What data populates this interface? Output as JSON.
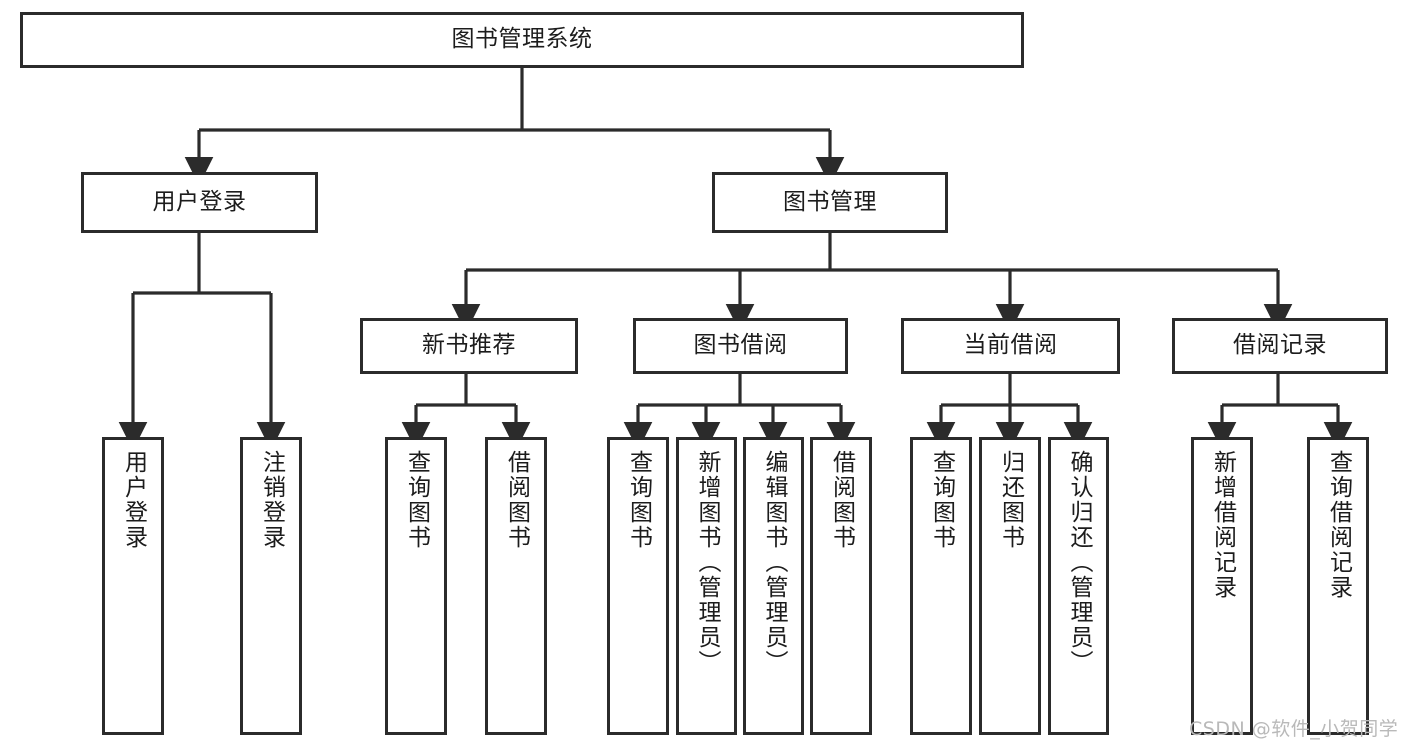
{
  "diagram": {
    "type": "tree",
    "orientation": "top-down",
    "root": {
      "id": "root",
      "label": "图书管理系统",
      "text_direction": "horizontal"
    },
    "level1": [
      {
        "id": "user-login",
        "label": "用户登录",
        "text_direction": "horizontal"
      },
      {
        "id": "book-management",
        "label": "图书管理",
        "text_direction": "horizontal"
      }
    ],
    "level2": [
      {
        "id": "new-book-recommend",
        "label": "新书推荐",
        "text_direction": "horizontal",
        "parent": "book-management"
      },
      {
        "id": "book-borrow",
        "label": "图书借阅",
        "text_direction": "horizontal",
        "parent": "book-management"
      },
      {
        "id": "current-borrow",
        "label": "当前借阅",
        "text_direction": "horizontal",
        "parent": "book-management"
      },
      {
        "id": "borrow-record",
        "label": "借阅记录",
        "text_direction": "horizontal",
        "parent": "book-management"
      }
    ],
    "leaves": [
      {
        "id": "leaf-user-login",
        "label": "用户登录",
        "text_direction": "vertical",
        "parent": "user-login"
      },
      {
        "id": "leaf-logout-login",
        "label": "注销登录",
        "text_direction": "vertical",
        "parent": "user-login"
      },
      {
        "id": "leaf-query-book-1",
        "label": "查询图书",
        "text_direction": "vertical",
        "parent": "new-book-recommend"
      },
      {
        "id": "leaf-borrow-book-1",
        "label": "借阅图书",
        "text_direction": "vertical",
        "parent": "new-book-recommend"
      },
      {
        "id": "leaf-query-book-2",
        "label": "查询图书",
        "text_direction": "vertical",
        "parent": "book-borrow"
      },
      {
        "id": "leaf-add-book",
        "label": "新增图书（管理员）",
        "text_direction": "vertical",
        "parent": "book-borrow"
      },
      {
        "id": "leaf-edit-book",
        "label": "编辑图书（管理员）",
        "text_direction": "vertical",
        "parent": "book-borrow"
      },
      {
        "id": "leaf-borrow-book-2",
        "label": "借阅图书",
        "text_direction": "vertical",
        "parent": "book-borrow"
      },
      {
        "id": "leaf-query-book-3",
        "label": "查询图书",
        "text_direction": "vertical",
        "parent": "current-borrow"
      },
      {
        "id": "leaf-return-book",
        "label": "归还图书",
        "text_direction": "vertical",
        "parent": "current-borrow"
      },
      {
        "id": "leaf-confirm-return",
        "label": "确认归还（管理员）",
        "text_direction": "vertical",
        "parent": "current-borrow"
      },
      {
        "id": "leaf-add-borrow-record",
        "label": "新增借阅记录",
        "text_direction": "vertical",
        "parent": "borrow-record"
      },
      {
        "id": "leaf-query-borrow-record",
        "label": "查询借阅记录",
        "text_direction": "vertical",
        "parent": "borrow-record"
      }
    ],
    "colors": {
      "box_border": "#2b2b2b",
      "box_fill": "#ffffff",
      "connector": "#2b2b2b",
      "text": "#1c1c1c",
      "background": "#ffffff",
      "watermark": "#b9b9b9"
    }
  },
  "watermark": {
    "text": "CSDN @软件_小贺同学"
  }
}
